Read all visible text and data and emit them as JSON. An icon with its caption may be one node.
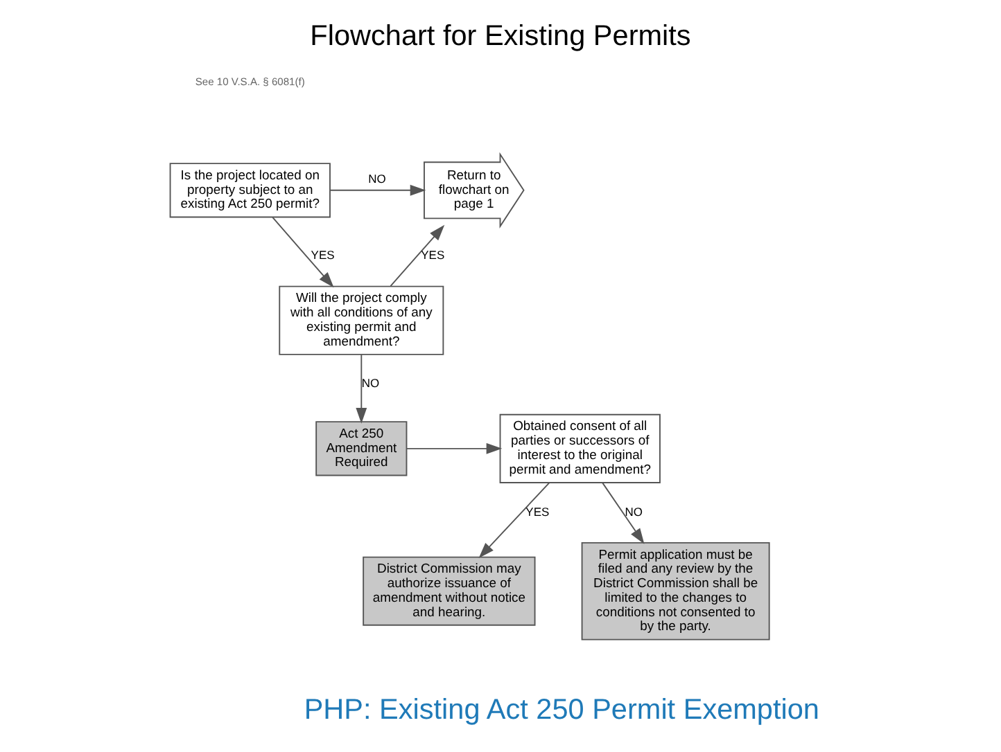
{
  "diagram": {
    "title": "Flowchart for Existing Permits",
    "caption": "PHP: Existing Act 250 Permit Exemption",
    "nodes": [
      {
        "text": [
          "Is the project located on property subject to an existing Act 250 permit?"
        ]
      },
      {
        "text": [
          "Return to flowchart on page 1"
        ]
      },
      {
        "text": [
          "Will the project comply with all conditions of any existing permit and amendment?"
        ]
      },
      {
        "text": [
          "Act 250 Amendment Required"
        ]
      },
      {
        "text": [
          "Obtained consent of all parties or successors of interest to the original permit and amendment?"
        ]
      },
      {
        "text": [
          "District Commission may authorize issuance of amendment without notice and hearing."
        ]
      },
      {
        "text": [
          "Permit application must be filed and any review by the District Commission shall be limited to the changes to conditions not consented to by the party."
        ]
      }
    ],
    "edges": [
      {
        "from": 0,
        "to": 1,
        "arrow": "to",
        "label": "NO"
      },
      {
        "from": 0,
        "to": 2,
        "arrow": "to",
        "label": "YES"
      },
      {
        "from": 2,
        "to": 1,
        "arrow": "to",
        "label": "YES"
      },
      {
        "from": 2,
        "to": 3,
        "arrow": "to",
        "label": "NO"
      },
      {
        "from": 3,
        "to": 4,
        "arrow": "to"
      },
      {
        "from": 4,
        "to": 5,
        "arrow": "to",
        "label": "YES"
      },
      {
        "from": 4,
        "to": 6,
        "arrow": "to",
        "label": "NO"
      }
    ],
    "labels": [
      "See 10 V.S.A. § 6081(f)"
    ]
  }
}
